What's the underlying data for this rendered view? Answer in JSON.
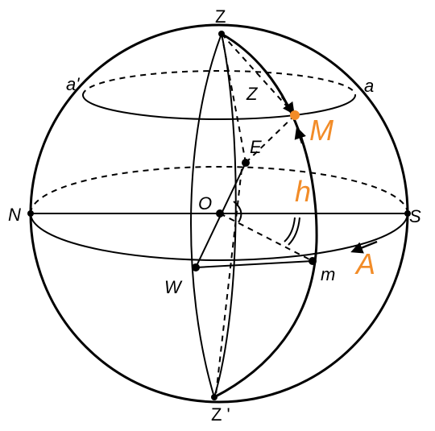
{
  "labels": {
    "zenith": "Z",
    "nadir": "Z '",
    "north": "N",
    "south": "S",
    "east": "E",
    "west": "W",
    "origin": "O",
    "a_right": "a",
    "a_left": "a'",
    "zenith_distance": "Z",
    "star": "M",
    "altitude": "h",
    "azimuth": "A",
    "foot_point": "m"
  },
  "colors": {
    "accent": "#f28c28",
    "line": "#000000",
    "background": "#ffffff"
  }
}
